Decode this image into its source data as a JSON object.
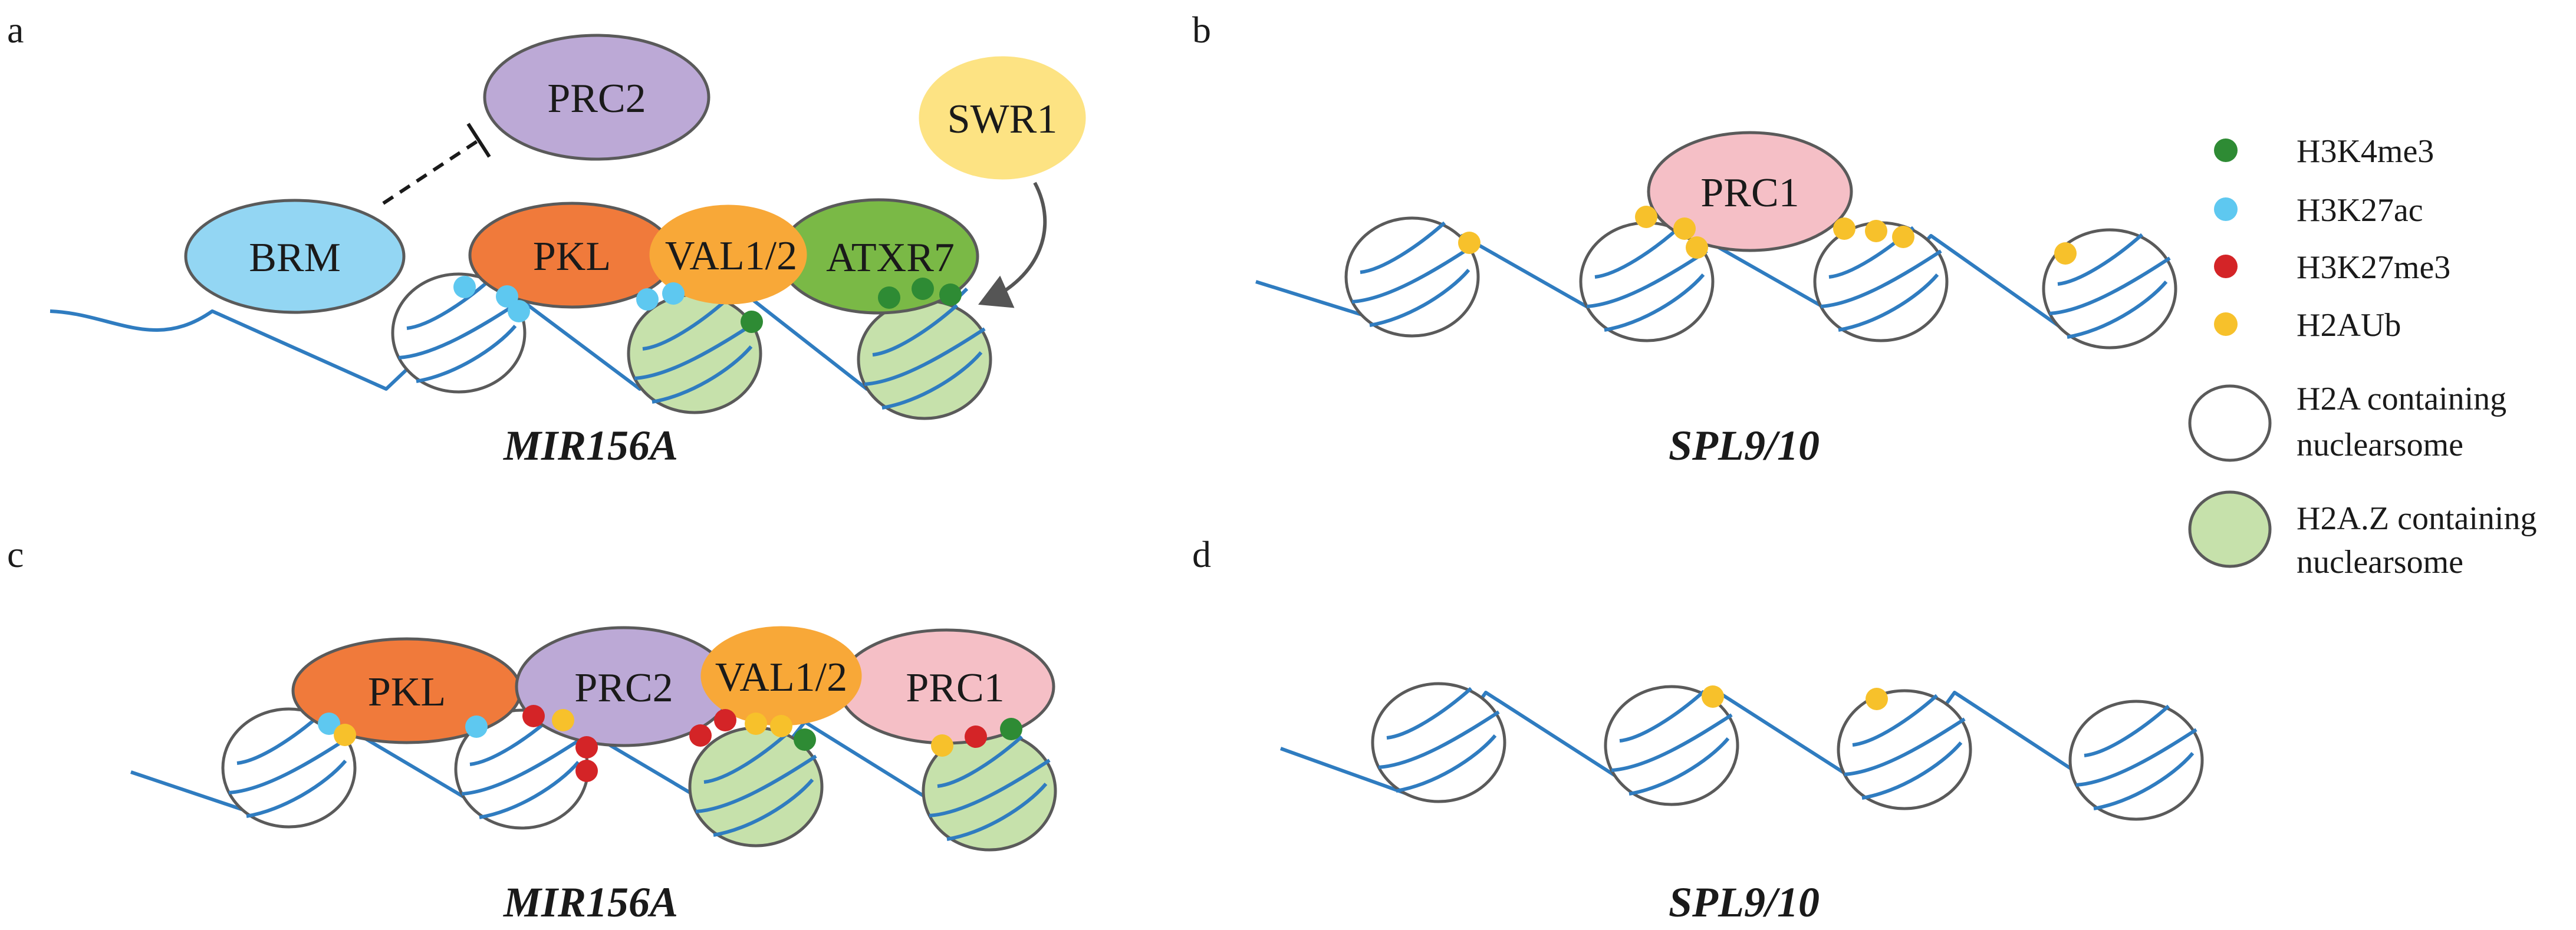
{
  "colors": {
    "dna": "#2f7cc0",
    "nuc_h2a_fill": "#ffffff",
    "nuc_h2az_fill": "#c6e1ab",
    "nuc_stroke": "#5a5a5a",
    "H3K4me3": "#2e8b34",
    "H3K27ac": "#5ec8f0",
    "H3K27me3": "#d42427",
    "H2AUb": "#f7c12b",
    "BRM": "#93d6f3",
    "PRC2": "#bca9d6",
    "PKL": "#f07a3b",
    "VAL1/2": "#f8a838",
    "ATXR7": "#7ab946",
    "SWR1": "#fde383",
    "PRC1": "#f5bfc6"
  },
  "panels": {
    "a": {
      "letter": "a",
      "gene": "MIR156A"
    },
    "b": {
      "letter": "b",
      "gene": "SPL9/10"
    },
    "c": {
      "letter": "c",
      "gene": "MIR156A"
    },
    "d": {
      "letter": "d",
      "gene": "SPL9/10"
    }
  },
  "proteins": {
    "BRM": "BRM",
    "PRC2": "PRC2",
    "PKL": "PKL",
    "VAL": "VAL1/2",
    "ATXR7": "ATXR7",
    "SWR1": "SWR1",
    "PRC1": "PRC1"
  },
  "legend": {
    "marks": [
      {
        "label": "H3K4me3",
        "color": "#2e8b34"
      },
      {
        "label": "H3K27ac",
        "color": "#5ec8f0"
      },
      {
        "label": "H3K27me3",
        "color": "#d42427"
      },
      {
        "label": "H2AUb",
        "color": "#f7c12b"
      }
    ],
    "h2a_line1": "H2A containing",
    "h2a_line2": "nuclearsome",
    "h2az_line1": "H2A.Z containing",
    "h2az_line2": "nuclearsome"
  }
}
